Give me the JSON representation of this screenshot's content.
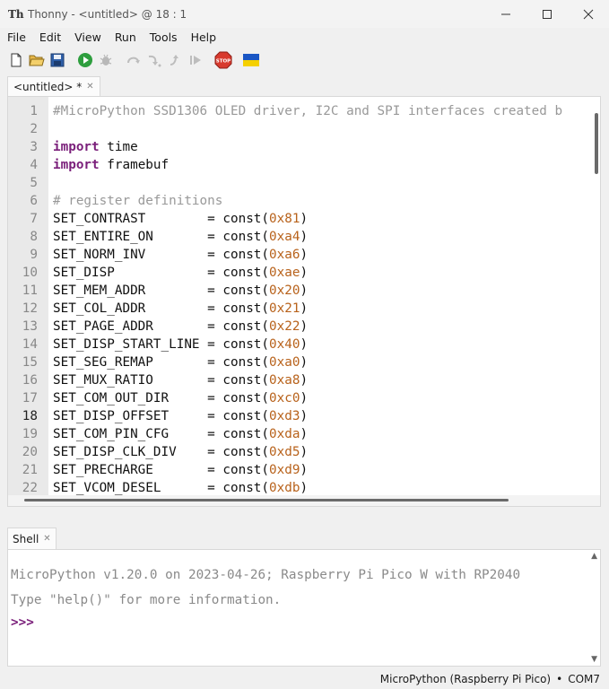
{
  "window": {
    "title": "Thonny  -  <untitled>  @  18 : 1",
    "app_icon_text": "Th"
  },
  "menu": [
    "File",
    "Edit",
    "View",
    "Run",
    "Tools",
    "Help"
  ],
  "toolbar": {
    "icons": [
      "new-file-icon",
      "open-folder-icon",
      "save-icon",
      "run-icon",
      "debug-icon",
      "step-over-icon",
      "step-into-icon",
      "step-out-icon",
      "resume-icon",
      "stop-icon",
      "ukraine-flag-icon"
    ],
    "stop_label": "STOP",
    "colors": {
      "run": "#2e9e3e",
      "stop": "#d83a2e",
      "flag_blue": "#1a56c4",
      "flag_yellow": "#f5d000"
    }
  },
  "editor": {
    "tab_label": "<untitled> *",
    "current_line": 18,
    "lines": [
      {
        "n": "1",
        "code": "#MicroPython SSD1306 OLED driver, I2C and SPI interfaces created b"
      },
      {
        "n": "2",
        "code": ""
      },
      {
        "n": "3",
        "kw": "import",
        "rest": " time"
      },
      {
        "n": "4",
        "kw": "import",
        "rest": " framebuf"
      },
      {
        "n": "5",
        "code": ""
      },
      {
        "n": "6",
        "comment": "# register definitions"
      },
      {
        "n": "7",
        "name": "SET_CONTRAST        ",
        "hex": "0x81"
      },
      {
        "n": "8",
        "name": "SET_ENTIRE_ON       ",
        "hex": "0xa4"
      },
      {
        "n": "9",
        "name": "SET_NORM_INV        ",
        "hex": "0xa6"
      },
      {
        "n": "10",
        "name": "SET_DISP            ",
        "hex": "0xae"
      },
      {
        "n": "11",
        "name": "SET_MEM_ADDR        ",
        "hex": "0x20"
      },
      {
        "n": "12",
        "name": "SET_COL_ADDR        ",
        "hex": "0x21"
      },
      {
        "n": "13",
        "name": "SET_PAGE_ADDR       ",
        "hex": "0x22"
      },
      {
        "n": "14",
        "name": "SET_DISP_START_LINE ",
        "hex": "0x40"
      },
      {
        "n": "15",
        "name": "SET_SEG_REMAP       ",
        "hex": "0xa0"
      },
      {
        "n": "16",
        "name": "SET_MUX_RATIO       ",
        "hex": "0xa8"
      },
      {
        "n": "17",
        "name": "SET_COM_OUT_DIR     ",
        "hex": "0xc0"
      },
      {
        "n": "18",
        "name": "SET_DISP_OFFSET     ",
        "hex": "0xd3"
      },
      {
        "n": "19",
        "name": "SET_COM_PIN_CFG     ",
        "hex": "0xda"
      },
      {
        "n": "20",
        "name": "SET_DISP_CLK_DIV    ",
        "hex": "0xd5"
      },
      {
        "n": "21",
        "name": "SET_PRECHARGE       ",
        "hex": "0xd9"
      },
      {
        "n": "22",
        "name": "SET_VCOM_DESEL      ",
        "hex": "0xdb"
      }
    ]
  },
  "shell": {
    "tab_label": "Shell",
    "lines": [
      "MicroPython v1.20.0 on 2023-04-26; Raspberry Pi Pico W with RP2040",
      "Type \"help()\" for more information."
    ],
    "prompt": ">>>"
  },
  "status": {
    "interpreter": "MicroPython (Raspberry Pi Pico)",
    "separator": "•",
    "port": "COM7"
  }
}
